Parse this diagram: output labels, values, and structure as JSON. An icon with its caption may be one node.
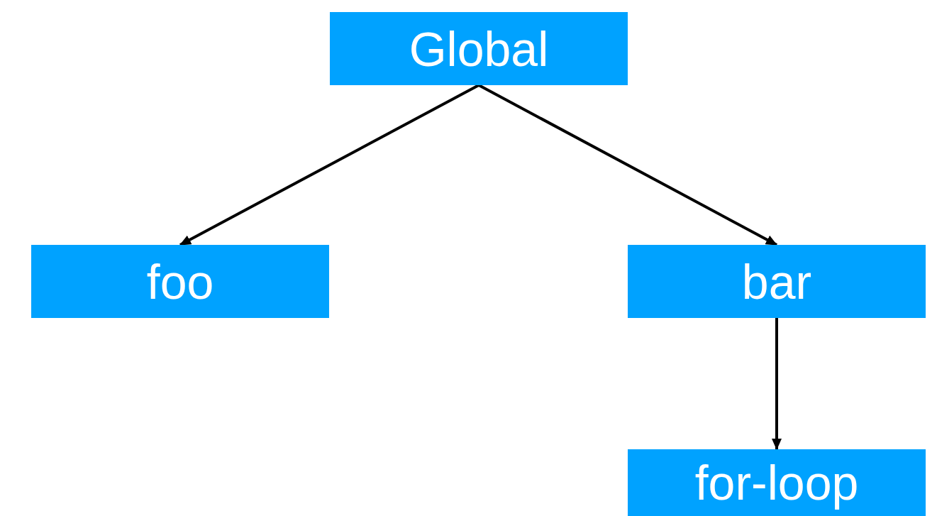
{
  "diagram": {
    "nodes": [
      {
        "text": [
          "Global"
        ]
      },
      {
        "text": [
          "foo"
        ]
      },
      {
        "text": [
          "bar"
        ]
      },
      {
        "text": [
          "for-loop"
        ]
      }
    ],
    "edges": [
      {
        "from": 0,
        "to": 1,
        "arrow": "to"
      },
      {
        "from": 0,
        "to": 2,
        "arrow": "to"
      },
      {
        "from": 2,
        "to": 3,
        "arrow": "to"
      }
    ]
  }
}
